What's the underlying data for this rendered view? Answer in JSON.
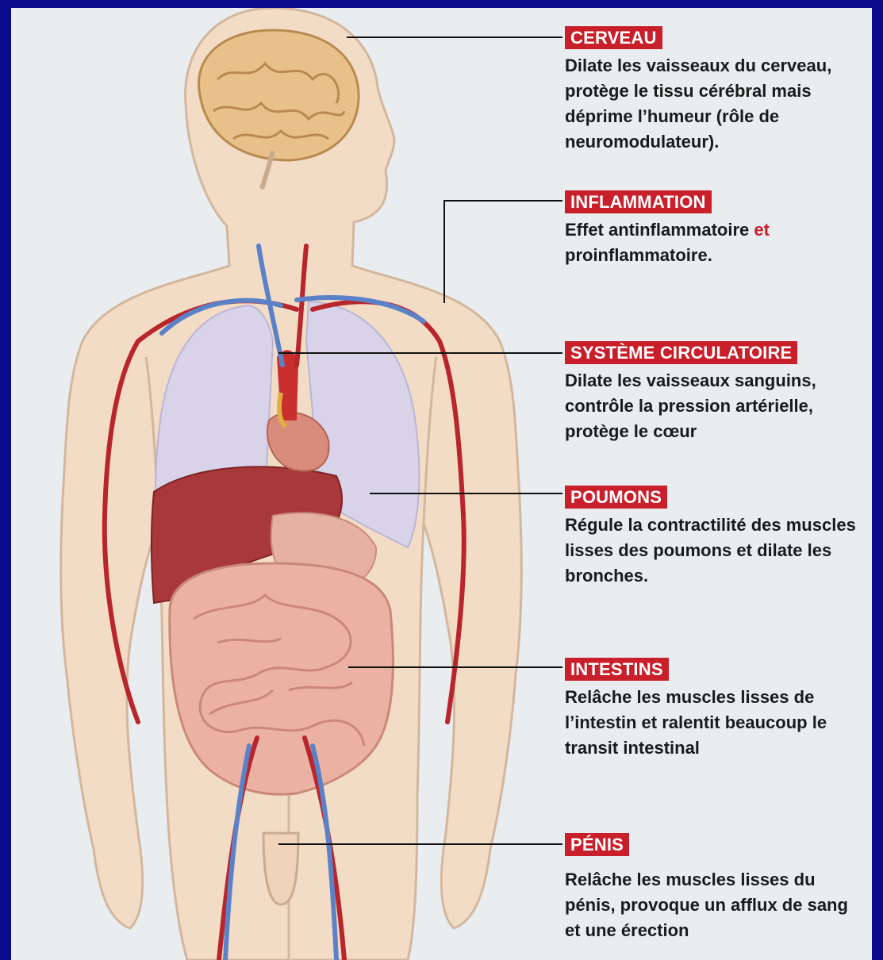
{
  "colors": {
    "frame": "#0a0a8c",
    "panel": "#e9edf0",
    "tag_background": "#c91f2b",
    "tag_text": "#ffffff",
    "body_text": "#1a1a1a",
    "highlight": "#c91f2b",
    "skin": "#f3dcc6",
    "artery": "#b8262c",
    "vein": "#5b82c8"
  },
  "callouts": [
    {
      "id": "cerveau",
      "tag": "CERVEAU",
      "text": "Dilate les vaisseaux du cerveau, protège le tissu cérébral mais déprime l’humeur (rôle de neuromodulateur)."
    },
    {
      "id": "inflammation",
      "tag": "INFLAMMATION",
      "text_before": "Effet antinflammatoire ",
      "text_highlight": "et",
      "text_after": " proinflammatoire."
    },
    {
      "id": "systeme-circulatoire",
      "tag": "SYSTÈME CIRCULATOIRE",
      "text": "Dilate les vaisseaux sanguins, contrôle la pression artérielle, protège le cœur"
    },
    {
      "id": "poumons",
      "tag": "POUMONS",
      "text": "Régule la contractilité des muscles lisses des poumons et dilate les bronches."
    },
    {
      "id": "intestins",
      "tag": "INTESTINS",
      "text": "Relâche les muscles lisses de l’intestin et ralentit beaucoup le transit intestinal"
    },
    {
      "id": "penis",
      "tag": "PÉNIS",
      "text": "Relâche les muscles lisses du pénis, provoque un afflux de sang et une érection"
    }
  ]
}
